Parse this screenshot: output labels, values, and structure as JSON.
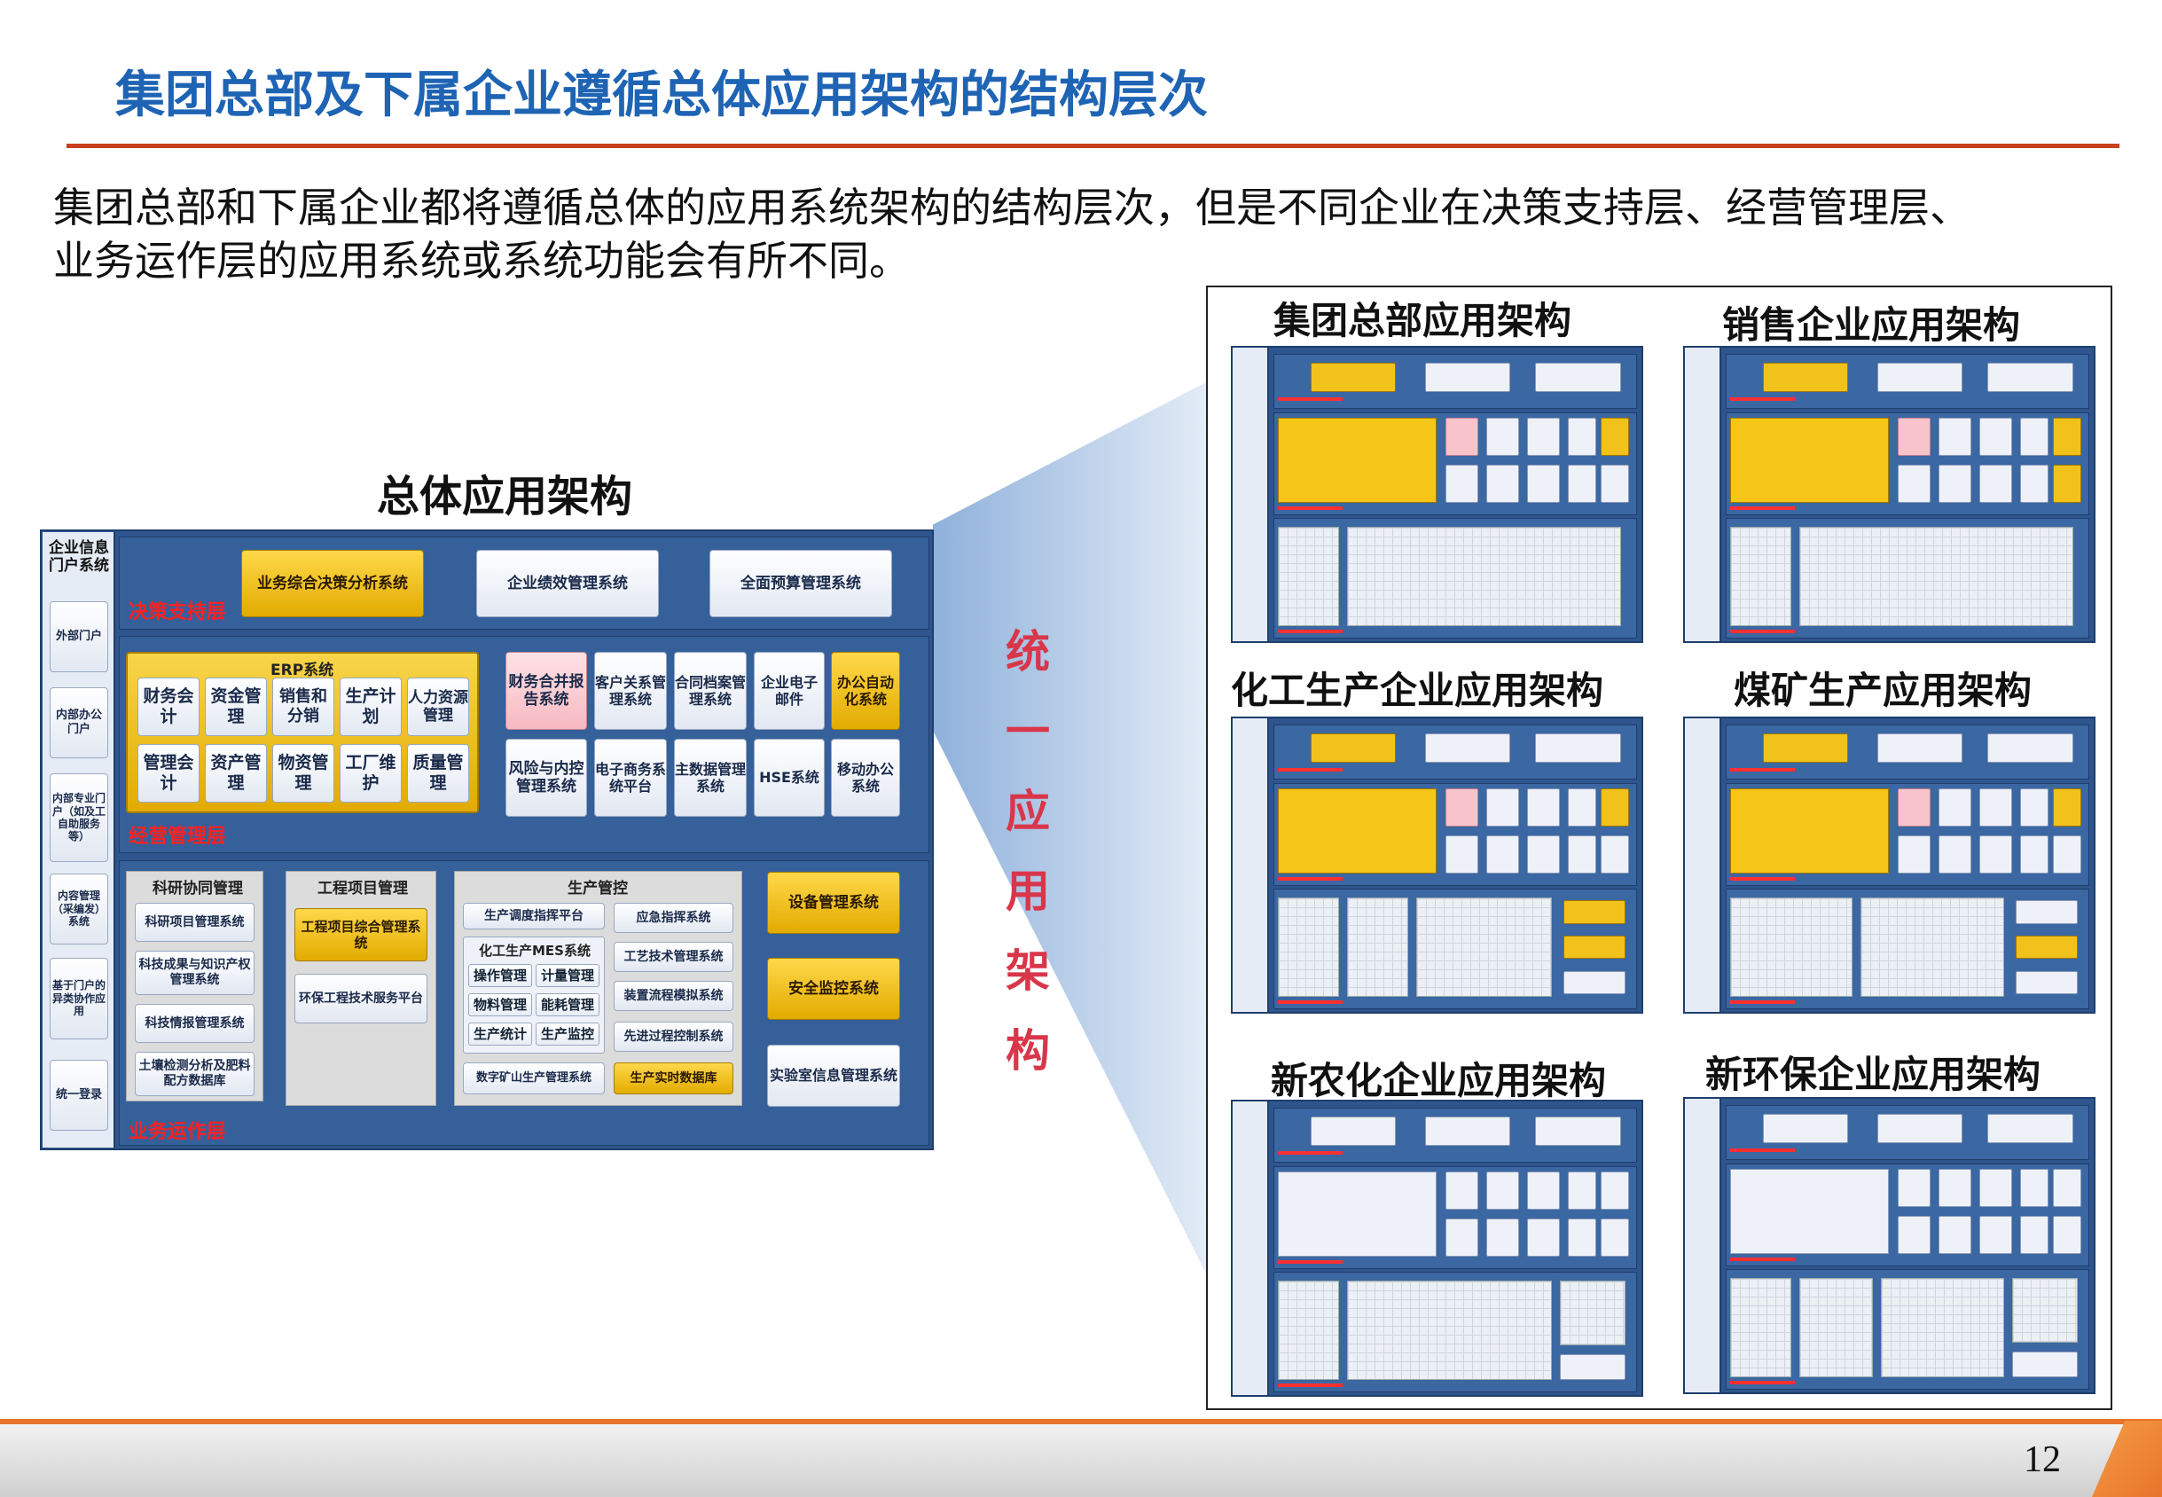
{
  "title": "集团总部及下属企业遵循总体应用架构的结构层次",
  "intro_line1": "集团总部和下属企业都将遵循总体的应用系统架构的结构层次，但是不同企业在决策支持层、经营管理层、",
  "intro_line2": "业务运作层的应用系统或系统功能会有所不同。",
  "page_number": "12",
  "main": {
    "title": "总体应用架构",
    "portal_title": "企业信息门户系统",
    "portal_items": [
      "外部门户",
      "内部办公门户",
      "内部专业门户（如及工自助服务等）",
      "内容管理（采编发）系统",
      "基于门户的异类协作应用",
      "统一登录"
    ],
    "layers": {
      "decision": "决策支持层",
      "management": "经营管理层",
      "operation": "业务运作层"
    },
    "decision": {
      "bi": "业务综合决策分析系统",
      "kpi": "企业绩效管理系统",
      "budget": "全面预算管理系统"
    },
    "erp": {
      "title": "ERP系统",
      "items": [
        "财务会计",
        "资金管理",
        "销售和分销",
        "生产计划",
        "人力资源管理",
        "管理会计",
        "资产管理",
        "物资管理",
        "工厂维护",
        "质量管理"
      ]
    },
    "mgmt_sys": [
      "财务合并报告系统",
      "客户关系管理系统",
      "合同档案管理系统",
      "企业电子邮件",
      "办公自动化系统",
      "风险与内控管理系统",
      "电子商务系统平台",
      "主数据管理系统",
      "HSE系统",
      "移动办公系统"
    ],
    "rd": {
      "title": "科研协同管理",
      "items": [
        "科研项目管理系统",
        "科技成果与知识产权管理系统",
        "科技情报管理系统",
        "土壤检测分析及肥料配方数据库"
      ]
    },
    "eng": {
      "title": "工程项目管理",
      "items": [
        "工程项目综合管理系统",
        "环保工程技术服务平台"
      ]
    },
    "prod": {
      "title": "生产管控",
      "items": [
        "生产调度指挥平台",
        "应急指挥系统",
        "工艺技术管理系统",
        "装置流程模拟系统",
        "先进过程控制系统",
        "生产实时数据库",
        "数字矿山生产管理系统"
      ],
      "mes_title": "化工生产MES系统",
      "mes_items": [
        "操作管理",
        "计量管理",
        "物料管理",
        "能耗管理",
        "生产统计",
        "生产监控"
      ]
    },
    "right_sys": [
      "设备管理系统",
      "安全监控系统",
      "实验室信息管理系统"
    ]
  },
  "unified": "统一应用架构",
  "thumbnails": [
    {
      "title": "集团总部应用架构"
    },
    {
      "title": "销售企业应用架构"
    },
    {
      "title": "化工生产企业应用架构"
    },
    {
      "title": "煤矿生产应用架构"
    },
    {
      "title": "新农化企业应用架构"
    },
    {
      "title": "新环保企业应用架构"
    }
  ],
  "colors": {
    "title_blue": "#1f64b4",
    "accent_red": "#c8401e",
    "layer_red": "#ff2020",
    "panel_blue": "#2e558d",
    "gold": "#f1c21b"
  }
}
